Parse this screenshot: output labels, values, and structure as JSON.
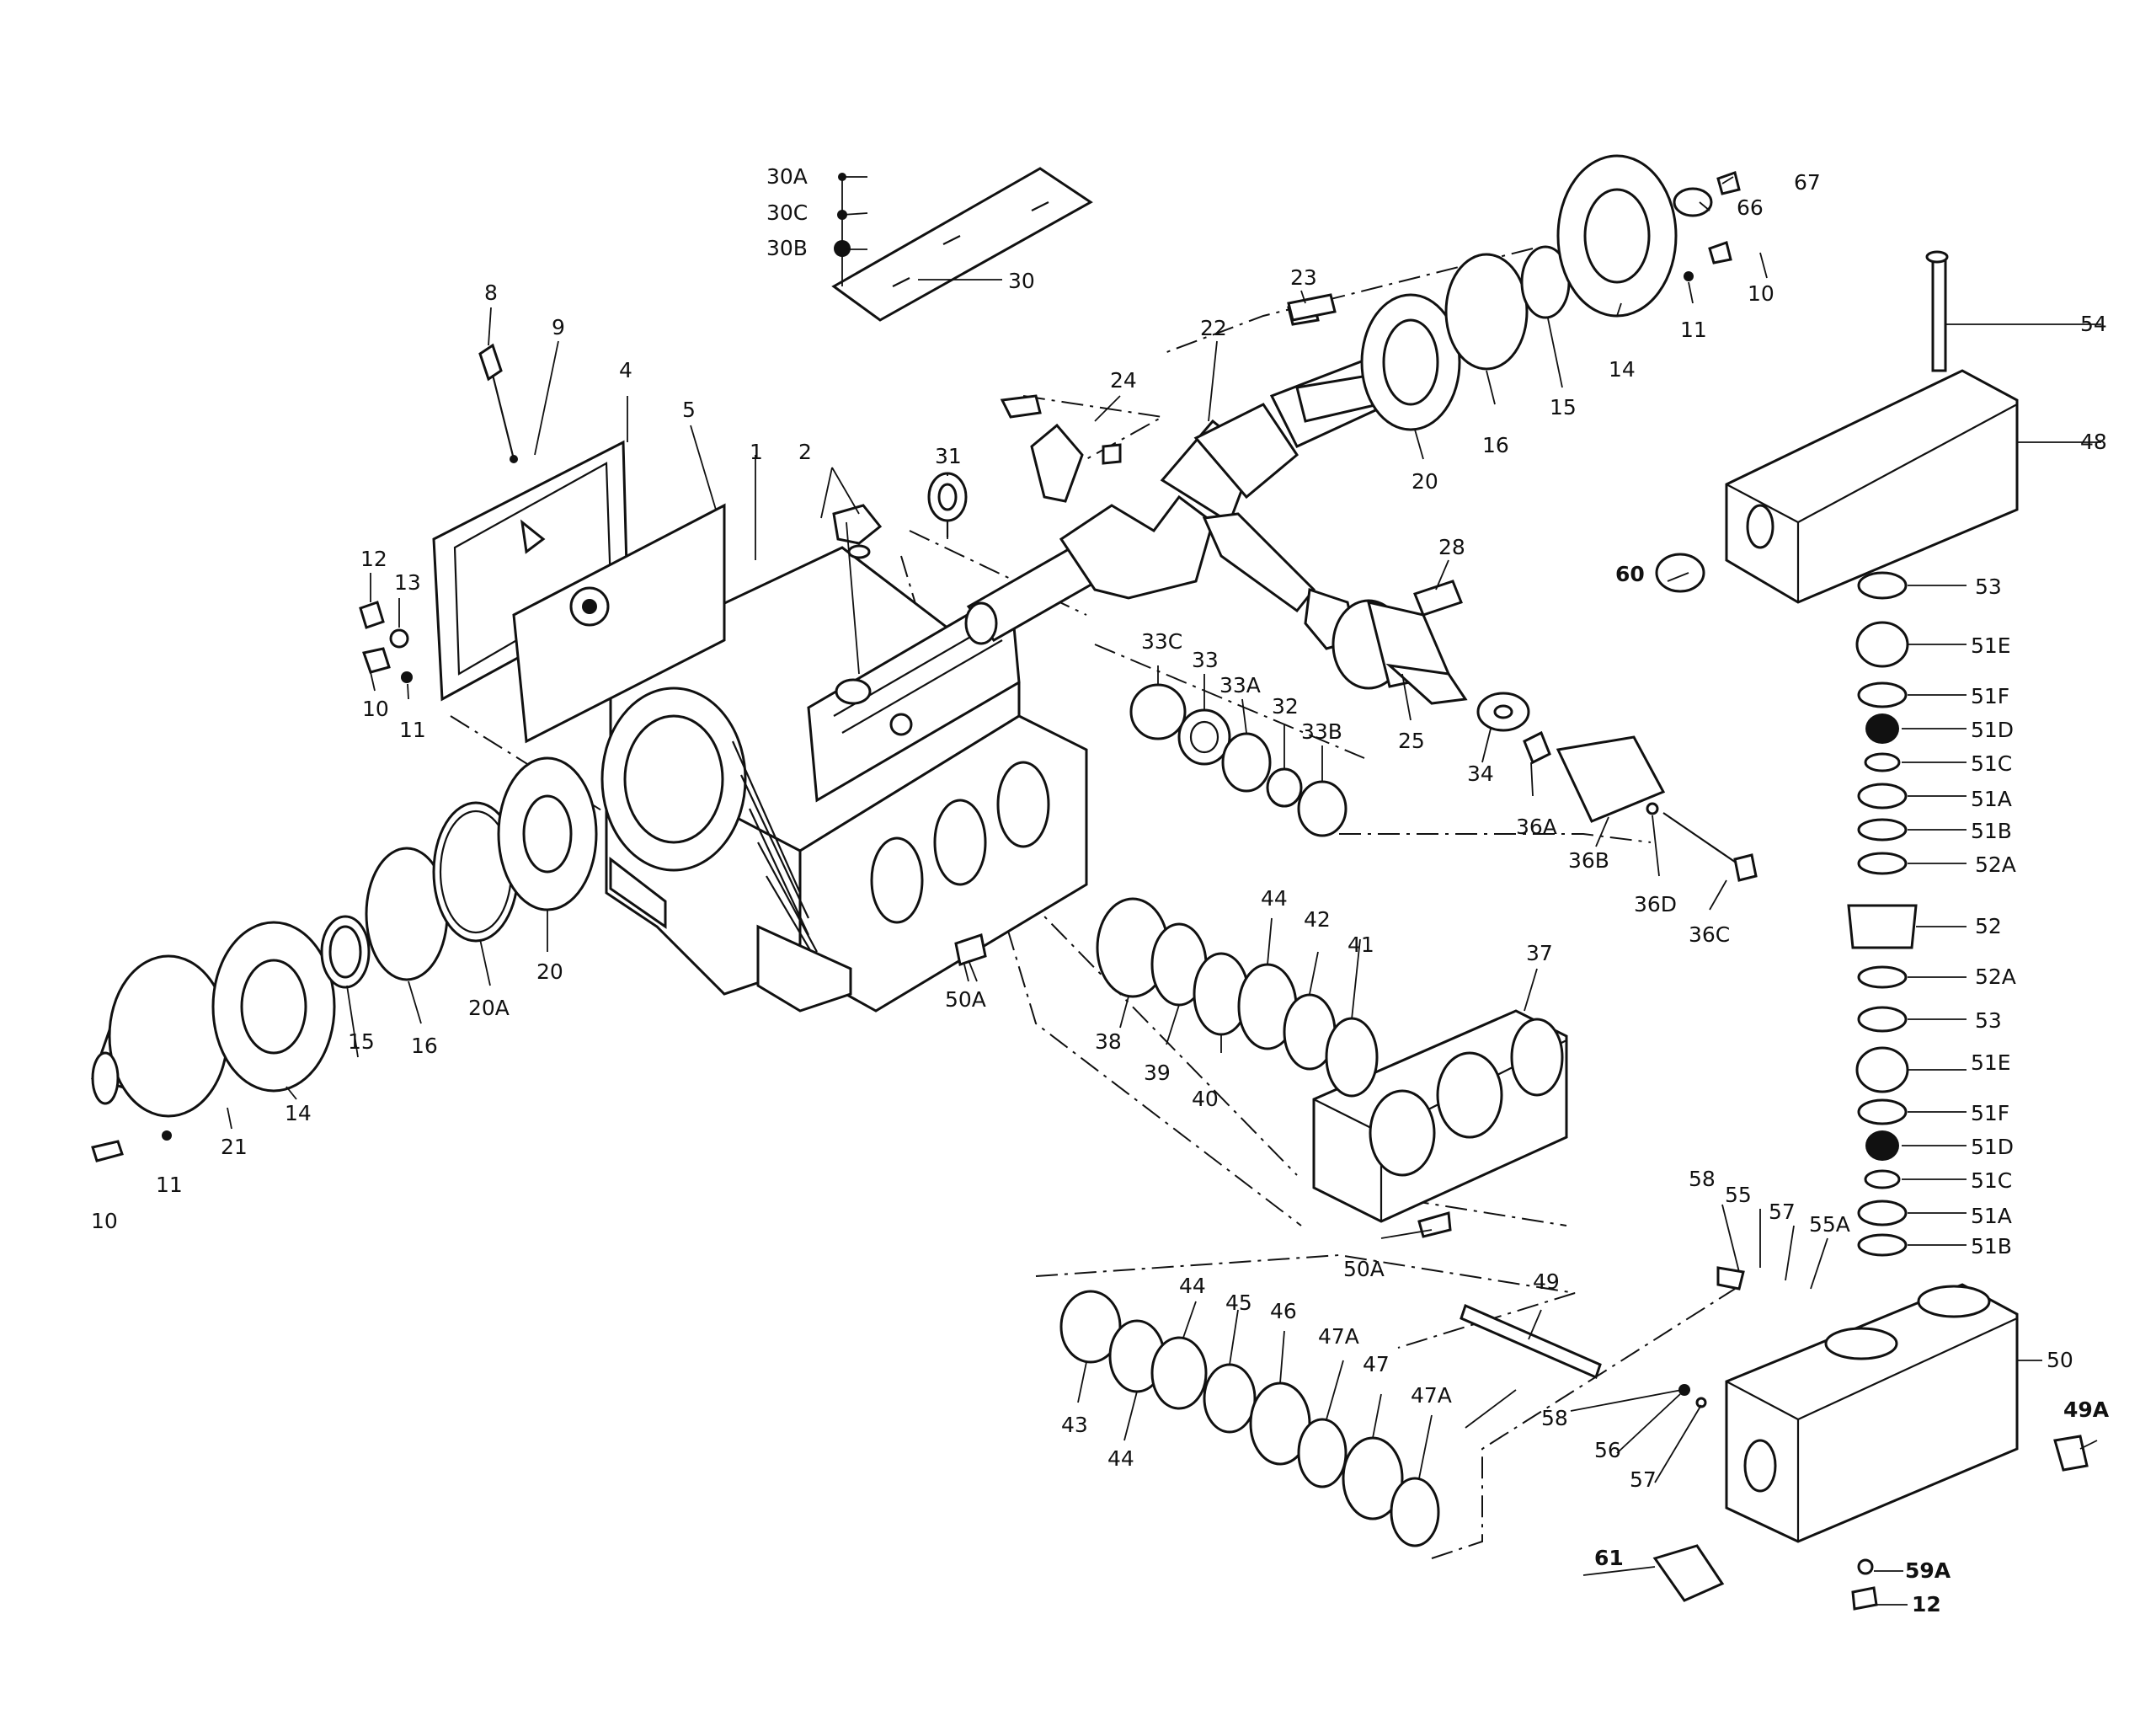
{
  "labels": [
    {
      "id": "p1",
      "text": "1"
    },
    {
      "id": "p2",
      "text": "2"
    },
    {
      "id": "p4",
      "text": "4"
    },
    {
      "id": "p5",
      "text": "5"
    },
    {
      "id": "p8",
      "text": "8"
    },
    {
      "id": "p9",
      "text": "9"
    },
    {
      "id": "p10a",
      "text": "10"
    },
    {
      "id": "p10b",
      "text": "10"
    },
    {
      "id": "p10c",
      "text": "10"
    },
    {
      "id": "p11a",
      "text": "11"
    },
    {
      "id": "p11b",
      "text": "11"
    },
    {
      "id": "p11c",
      "text": "11"
    },
    {
      "id": "p12",
      "text": "12"
    },
    {
      "id": "p12b",
      "text": "12"
    },
    {
      "id": "p13",
      "text": "13"
    },
    {
      "id": "p14a",
      "text": "14"
    },
    {
      "id": "p14b",
      "text": "14"
    },
    {
      "id": "p15a",
      "text": "15"
    },
    {
      "id": "p15b",
      "text": "15"
    },
    {
      "id": "p16a",
      "text": "16"
    },
    {
      "id": "p16b",
      "text": "16"
    },
    {
      "id": "p20a",
      "text": "20"
    },
    {
      "id": "p20b",
      "text": "20"
    },
    {
      "id": "p20A",
      "text": "20A"
    },
    {
      "id": "p21",
      "text": "21"
    },
    {
      "id": "p22",
      "text": "22"
    },
    {
      "id": "p23",
      "text": "23"
    },
    {
      "id": "p24",
      "text": "24"
    },
    {
      "id": "p25",
      "text": "25"
    },
    {
      "id": "p28",
      "text": "28"
    },
    {
      "id": "p30",
      "text": "30"
    },
    {
      "id": "p30A",
      "text": "30A"
    },
    {
      "id": "p30B",
      "text": "30B"
    },
    {
      "id": "p30C",
      "text": "30C"
    },
    {
      "id": "p31",
      "text": "31"
    },
    {
      "id": "p32",
      "text": "32"
    },
    {
      "id": "p33",
      "text": "33"
    },
    {
      "id": "p33A",
      "text": "33A"
    },
    {
      "id": "p33B",
      "text": "33B"
    },
    {
      "id": "p33C",
      "text": "33C"
    },
    {
      "id": "p34",
      "text": "34"
    },
    {
      "id": "p36A",
      "text": "36A"
    },
    {
      "id": "p36B",
      "text": "36B"
    },
    {
      "id": "p36C",
      "text": "36C"
    },
    {
      "id": "p36D",
      "text": "36D"
    },
    {
      "id": "p37",
      "text": "37"
    },
    {
      "id": "p38",
      "text": "38"
    },
    {
      "id": "p39",
      "text": "39"
    },
    {
      "id": "p40",
      "text": "40"
    },
    {
      "id": "p41",
      "text": "41"
    },
    {
      "id": "p42",
      "text": "42"
    },
    {
      "id": "p43",
      "text": "43"
    },
    {
      "id": "p44a",
      "text": "44"
    },
    {
      "id": "p44b",
      "text": "44"
    },
    {
      "id": "p44c",
      "text": "44"
    },
    {
      "id": "p45",
      "text": "45"
    },
    {
      "id": "p46",
      "text": "46"
    },
    {
      "id": "p47",
      "text": "47"
    },
    {
      "id": "p47Aa",
      "text": "47A"
    },
    {
      "id": "p47Ab",
      "text": "47A"
    },
    {
      "id": "p48",
      "text": "48"
    },
    {
      "id": "p49",
      "text": "49"
    },
    {
      "id": "p49A",
      "text": "49A"
    },
    {
      "id": "p50",
      "text": "50"
    },
    {
      "id": "p50Aa",
      "text": "50A"
    },
    {
      "id": "p50Ab",
      "text": "50A"
    },
    {
      "id": "p51Aa",
      "text": "51A"
    },
    {
      "id": "p51Ab",
      "text": "51A"
    },
    {
      "id": "p51Ba",
      "text": "51B"
    },
    {
      "id": "p51Bb",
      "text": "51B"
    },
    {
      "id": "p51Ca",
      "text": "51C"
    },
    {
      "id": "p51Cb",
      "text": "51C"
    },
    {
      "id": "p51Da",
      "text": "51D"
    },
    {
      "id": "p51Db",
      "text": "51D"
    },
    {
      "id": "p51Ea",
      "text": "51E"
    },
    {
      "id": "p51Eb",
      "text": "51E"
    },
    {
      "id": "p51Fa",
      "text": "51F"
    },
    {
      "id": "p51Fb",
      "text": "51F"
    },
    {
      "id": "p52",
      "text": "52"
    },
    {
      "id": "p52Aa",
      "text": "52A"
    },
    {
      "id": "p52Ab",
      "text": "52A"
    },
    {
      "id": "p53a",
      "text": "53"
    },
    {
      "id": "p53b",
      "text": "53"
    },
    {
      "id": "p54",
      "text": "54"
    },
    {
      "id": "p55",
      "text": "55"
    },
    {
      "id": "p55A",
      "text": "55A"
    },
    {
      "id": "p56",
      "text": "56"
    },
    {
      "id": "p57a",
      "text": "57"
    },
    {
      "id": "p57b",
      "text": "57"
    },
    {
      "id": "p58a",
      "text": "58"
    },
    {
      "id": "p58b",
      "text": "58"
    },
    {
      "id": "p59A",
      "text": "59A"
    },
    {
      "id": "p60",
      "text": "60"
    },
    {
      "id": "p61",
      "text": "61"
    },
    {
      "id": "p66",
      "text": "66"
    },
    {
      "id": "p67",
      "text": "67"
    }
  ]
}
